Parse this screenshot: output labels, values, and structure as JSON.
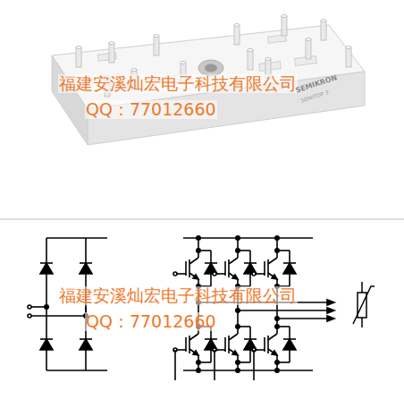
{
  "diagram": {
    "labels": [
      "福建安溪灿宏电子科技有限公司",
      "QQ：77012660",
      "SEMIKRON",
      "SEMITOP 3",
      "福建安溪灿宏电子科技有限公司",
      "QQ：77012660"
    ]
  }
}
